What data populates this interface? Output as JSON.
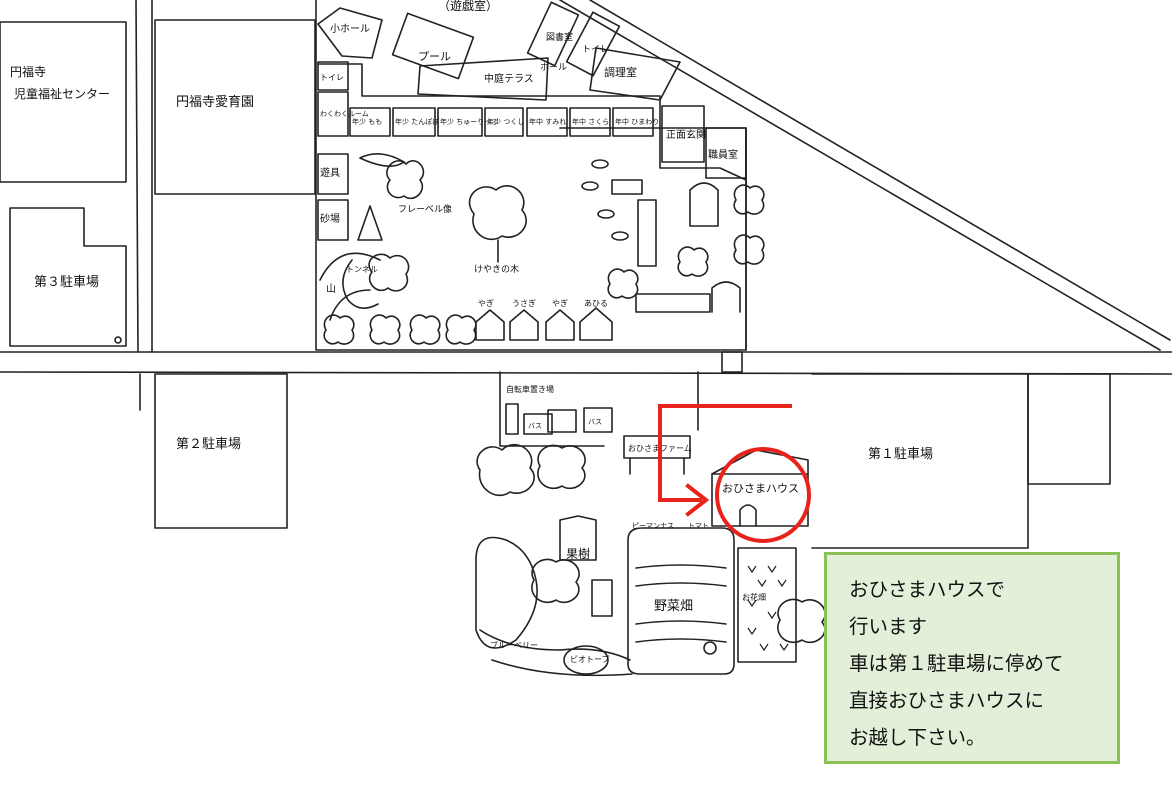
{
  "labels": {
    "yugi_room": "（遊戯室）",
    "fuku_center_1": "円福寺",
    "fuku_center_2": "児童福祉センター",
    "fuku_nursery": "円福寺愛育園",
    "parking3": "第３駐車場",
    "parking2": "第２駐車場",
    "parking1": "第１駐車場",
    "small_hall": "小ホール",
    "pool": "プール",
    "courtyard_terrace": "中庭テラス",
    "library": "図書室",
    "toilet_top": "トイレ",
    "hall": "ホール",
    "cooking_room": "調理室",
    "toilet_left": "トイレ",
    "waku_room": "わくわくルーム",
    "class_momo": "年少 もも",
    "class_tanpopo": "年少 たんぽぽ",
    "class_tulip": "年少 ちゅーりっぷ",
    "class_tsukushi": "年少 つくし",
    "class_sumire": "年中 すみれ",
    "class_sakura": "年中 さくら",
    "class_himawari": "年中 ひまわり",
    "main_entrance": "正面玄関",
    "staff_room": "職員室",
    "play_equipment": "遊具",
    "sandbox": "砂場",
    "fureberu": "フレーベル像",
    "tunnel": "トンネル",
    "mountain": "山",
    "keyaki": "けやきの木",
    "goat1": "やぎ",
    "rabbit": "うさぎ",
    "goat2": "やぎ",
    "chicken": "あひる",
    "bicycle_parking": "自転車置き場",
    "bus": "バス",
    "ohisama_farm": "おひさまファーム",
    "ohisama_house": "おひさまハウス",
    "fruit_trees": "果樹",
    "vegetable_field": "野菜畑",
    "flower_field": "お花畑",
    "blueberry": "ブルーベリー",
    "biotope": "ビオトープ",
    "piman": "ピーマン",
    "tomato": "トマト",
    "naso": "ナス"
  },
  "info": {
    "line1": "おひさまハウスで",
    "line2": "行います",
    "line3": "車は第１駐車場に停めて",
    "line4": "直接おひさまハウスに",
    "line5": "お越し下さい。"
  },
  "colors": {
    "route": "#e8231c",
    "info_bg": "#e2f0d9",
    "info_border": "#8cc157",
    "ink": "#111111"
  }
}
